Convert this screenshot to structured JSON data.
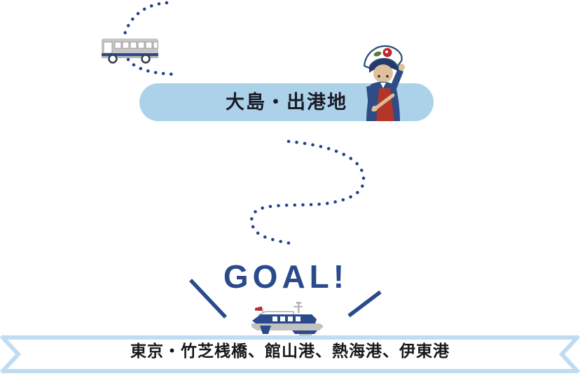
{
  "illustration": {
    "type": "ferry-route-access-diagram",
    "departure": {
      "label": "大島・出港地"
    },
    "goal": {
      "label": "GOAL!",
      "destinations": "東京・竹芝桟橋、館山港、熱海港、伊東港"
    },
    "icons": {
      "bus": "bus-icon",
      "character": "oshima-anko-lady-icon",
      "ship": "ferry-ship-icon",
      "route_dots": "dotted-route-path",
      "ribbon": "destination-ribbon-banner"
    },
    "colors": {
      "navy": "#2a4a8c",
      "pill_blue": "#acd2ea",
      "ribbon_border_blue": "#bfdcf2",
      "accent_red": "#c1272d",
      "bus_gray": "#c6c6c6",
      "skin": "#dfc09a"
    }
  }
}
